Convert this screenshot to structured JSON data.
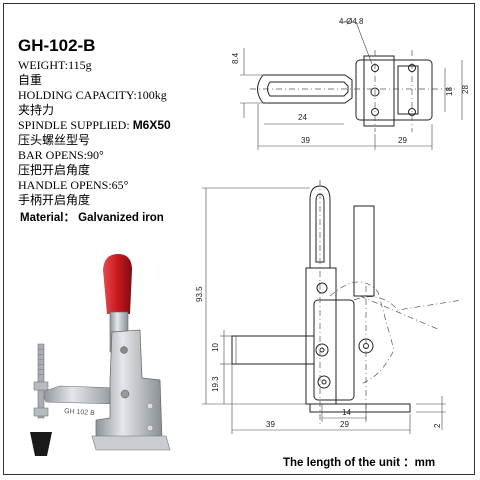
{
  "product": {
    "model": "GH-102-B",
    "specs": [
      {
        "label": "WEIGHT:",
        "value": "115g"
      },
      {
        "label": "自重",
        "value": ""
      },
      {
        "label": "HOLDING CAPACITY:",
        "value": "100kg"
      },
      {
        "label": "夹持力",
        "value": ""
      },
      {
        "label": "SPINDLE SUPPLIED:",
        "value": "M6X50"
      },
      {
        "label": "压头螺丝型号",
        "value": ""
      },
      {
        "label": "BAR OPENS:",
        "value": "90°"
      },
      {
        "label": "压把开启角度",
        "value": ""
      },
      {
        "label": "HANDLE OPENS:",
        "value": "65°"
      },
      {
        "label": "手柄开启角度",
        "value": ""
      }
    ],
    "material": "Material： Galvanized iron"
  },
  "drawing": {
    "top_view": {
      "holes": "4-Ø4.8",
      "dims": [
        "8.4",
        "24",
        "39",
        "29",
        "18",
        "28"
      ]
    },
    "side_view": {
      "dims": [
        "93.5",
        "10",
        "19.3",
        "14",
        "39",
        "29",
        "2"
      ]
    },
    "unit_note": "The length of the unit ：mm"
  },
  "colors": {
    "grip": "#c8191e",
    "metal": "#b9bec3",
    "rubber": "#1a1a1a"
  }
}
